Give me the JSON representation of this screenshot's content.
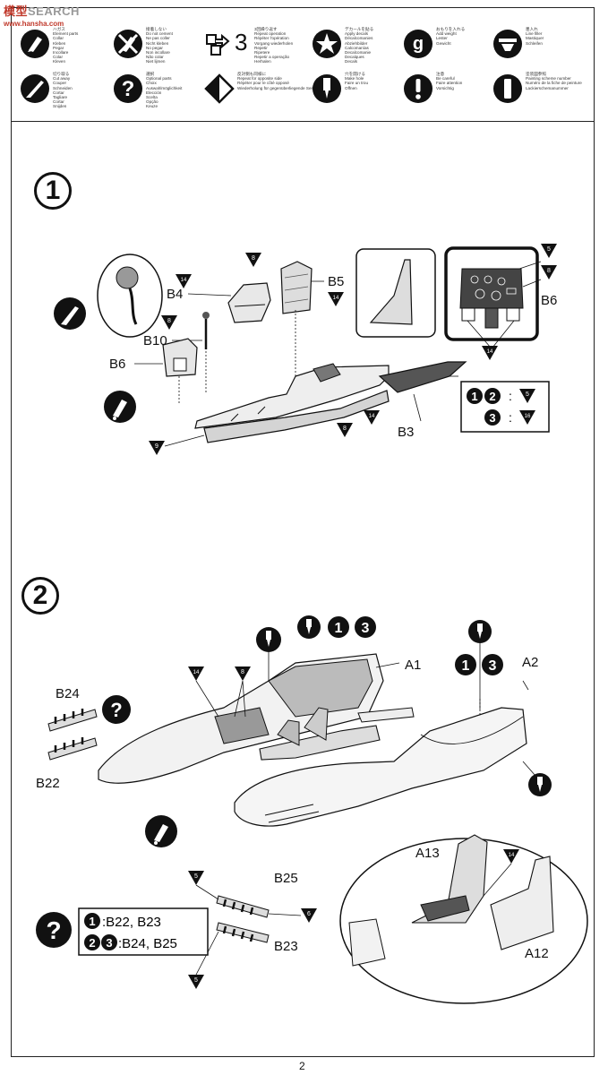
{
  "watermark": {
    "part1": "模型",
    "part2": "SEARCH",
    "url": "www.hansha.com"
  },
  "legend": [
    {
      "icon": "brush-icon",
      "text": "ハガス\nElement parts\nCollar\nKleben\nPegar\nIncollare\nColar\nKleven"
    },
    {
      "icon": "no-glue-icon",
      "text": "接着しない\nDo not cement\nNe pas coller\nNicht kleben\nNo pegar\nNon incollare\nNão colar\nNiet lijmen"
    },
    {
      "icon": "repeat-icon",
      "text": "3回繰り返す\nRepeat operation\nRépéter l'opération\nVorgang wiederholen\nRepetir\nRipetere\nRepetir a operação\nHerhalen"
    },
    {
      "icon": "star-icon",
      "text": "デカールを貼る\nApply decals\nDécalcomanies\nAbziehbilder\nCalcomanías\nDecalcomanie\nDecalques\nDecals"
    },
    {
      "icon": "weight-icon",
      "text": "おもりを入れる\nAdd weight\nLester\nGewicht"
    },
    {
      "icon": "line-icon",
      "text": "墨入れ\nLine filler\nMastiquer\nSchleifen"
    },
    {
      "icon": "knife-icon",
      "text": "切り取る\nCut away\nCouper\nSchneiden\nCortar\nTagliare\nCortar\nSnijden"
    },
    {
      "icon": "question-icon",
      "text": "選択\nOptional parts\nChoix\nAuswahlmöglichkeit\nElección\nScelta\nOpção\nKeuze"
    },
    {
      "icon": "reverse-icon",
      "text": "反対側も同様に\nRepeat for opposite side\nRépéter pour le côté opposé\nWiederholung für gegenüberliegende Seite"
    },
    {
      "icon": "drill-icon",
      "text": "穴を開ける\nMake hole\nFaire un trou\nOffnen"
    },
    {
      "icon": "caution-icon",
      "text": "注意\nBe careful\nFaire attention\nVorsichtig"
    },
    {
      "icon": "paint-scheme-icon",
      "text": "塗装図参照\nPainting scheme number\nNuméro de la fiche de peinture\nLackierschemanummer"
    }
  ],
  "legend_repeat_count": "3",
  "step1": {
    "number": "1",
    "labels": {
      "b4": "B4",
      "b5": "B5",
      "b6_seat": "B6",
      "b10": "B10",
      "b6_detail": "B6",
      "b3": "B3"
    },
    "colors": {
      "c14": "14",
      "c8": "8",
      "c5": "5",
      "c9": "9",
      "c16": "16"
    },
    "version_box": {
      "line1_versions": [
        "1",
        "2"
      ],
      "line1_color": "5",
      "line2_versions": [
        "3"
      ],
      "line2_color": "16"
    }
  },
  "step2": {
    "number": "2",
    "labels": {
      "a1": "A1",
      "a2": "A2",
      "b24": "B24",
      "b22": "B22",
      "b25": "B25",
      "b23": "B23",
      "a13": "A13",
      "a12": "A12"
    },
    "drill_versions_top": [
      "1",
      "3"
    ],
    "drill_versions_right": [
      "1",
      "3"
    ],
    "colors": {
      "c14": "14",
      "c8": "8",
      "c5": "5",
      "c6": "6"
    },
    "option_box": {
      "line1_versions": [
        "1"
      ],
      "line1_parts": ":B22, B23",
      "line2_versions": [
        "2",
        "3"
      ],
      "line2_parts": ":B24, B25"
    }
  },
  "page_number": "2"
}
